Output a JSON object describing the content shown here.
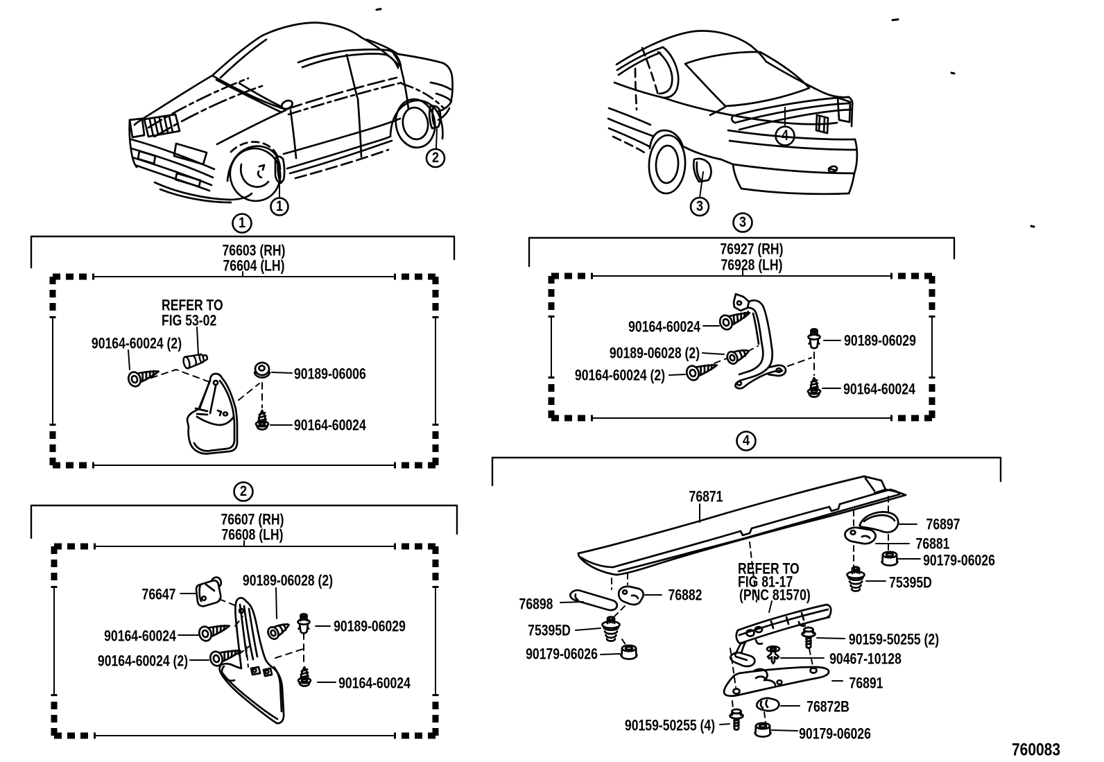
{
  "page": {
    "background": "#ffffff",
    "ink": "#000000",
    "footer_code": "760083"
  },
  "cars": {
    "front_callout_1": "1",
    "front_callout_2": "2",
    "rear_callout_3": "3",
    "rear_callout_4": "4"
  },
  "sections": {
    "s1": {
      "callout": "1",
      "part_rh": "76603 (RH)",
      "part_lh": "76604 (LH)",
      "refer_1": "REFER TO",
      "refer_2": "FIG 53-02",
      "screw_pair": "90164-60024 (2)",
      "grommet": "90189-06006",
      "screw": "90164-60024"
    },
    "s2": {
      "callout": "2",
      "part_rh": "76607 (RH)",
      "part_lh": "76608 (LH)",
      "clip": "76647",
      "grommet_screw_pair": "90189-06028 (2)",
      "screw_a": "90164-60024",
      "screw_pair": "90164-60024 (2)",
      "grommet": "90189-06029",
      "screw_b": "90164-60024"
    },
    "s3": {
      "callout": "3",
      "part_rh": "76927 (RH)",
      "part_lh": "76928 (LH)",
      "screw_a": "90164-60024",
      "grommet_screw_pair": "90189-06028 (2)",
      "screw_pair": "90164-60024 (2)",
      "grommet": "90189-06029",
      "screw_b": "90164-60024"
    },
    "s4": {
      "callout": "4",
      "spoiler": "76871",
      "bracket_rh": "76897",
      "cushion_rh": "76881",
      "nut_rh": "90179-06026",
      "stud_rh": "75395D",
      "bracket_lh": "76898",
      "cushion_lh": "76882",
      "stud_lh": "75395D",
      "nut_lh": "90179-06026",
      "refer_1": "REFER TO",
      "refer_2": "FIG 81-17",
      "refer_3": "(PNC 81570)",
      "bolt_pair": "90159-50255 (2)",
      "clip": "90467-10128",
      "bracket_center": "76891",
      "pad": "76872B",
      "bolt_quad": "90159-50255 (4)",
      "nut_bottom": "90179-06026"
    }
  }
}
